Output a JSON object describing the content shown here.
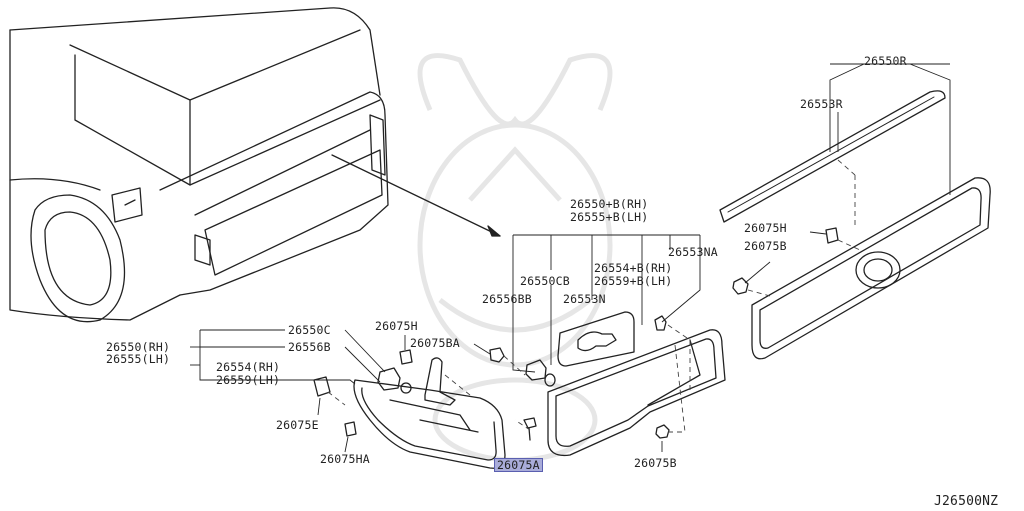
{
  "diagram_id": "J26500NZ",
  "highlight_color": "#a9acd9",
  "labels": {
    "p26550R": "26550R",
    "p26553R": "26553R",
    "p26550B": "26550+B(RH)",
    "p26555B": "26555+B(LH)",
    "p26553NA": "26553NA",
    "p26554B": "26554+B(RH)",
    "p26559B": "26559+B(LH)",
    "p26550CB": "26550CB",
    "p26556BB": "26556BB",
    "p26553N": "26553N",
    "p26075H_r": "26075H",
    "p26075B_r": "26075B",
    "p26075B_b": "26075B",
    "p26550RH": "26550(RH)",
    "p26555LH": "26555(LH)",
    "p26554RH": "26554(RH)",
    "p26559LH": "26559(LH)",
    "p26550C": "26550C",
    "p26556B": "26556B",
    "p26075H_l": "26075H",
    "p26075BA": "26075BA",
    "p26075E": "26075E",
    "p26075HA": "26075HA",
    "p26075A": "26075A"
  }
}
